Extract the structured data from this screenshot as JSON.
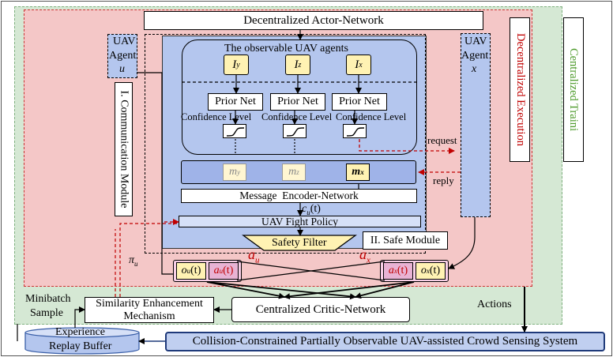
{
  "labels": {
    "actor_network": "Decentralized Actor-Network",
    "decentralized_execution": "Decentralized Execution",
    "centralized_training": "Centralized Traini",
    "observable_agents": "The observable UAV agents",
    "obs_y": "I",
    "obs_y_sub": "y",
    "obs_z": "I",
    "obs_z_sub": "z",
    "obs_x": "I",
    "obs_x_sub": "x",
    "prior_net_1": "Prior Net",
    "prior_net_2": "Prior Net",
    "prior_net_3": "Prior Net",
    "confidence_1": "Confidence Level",
    "confidence_2": "Confidence Level",
    "confidence_3": "Confidence Level",
    "uav_agent_u_line1": "UAV",
    "uav_agent_u_line2": "Agent",
    "uav_agent_u_line3": "u",
    "uav_agent_x_line1": "UAV",
    "uav_agent_x_line2": "Agent",
    "uav_agent_x_line3": "x",
    "communication_module": "I. Communication Module",
    "msg_y": "m",
    "msg_y_sup": "y",
    "msg_z": "m",
    "msg_z_sup": "z",
    "msg_x": "m",
    "msg_x_sup": "x",
    "request": "request",
    "reply": "reply",
    "encoder": "Message  Encoder-Network",
    "cu_t": "c",
    "cu_t_sub": "u",
    "cu_t_arg": "(t)",
    "flight_policy": "UAV Fight Policy",
    "safety_filter": "Safety Filter",
    "safe_module": "II. Safe Module",
    "au_tilde": "a",
    "au_tilde_sub": "u",
    "ax_tilde": "a",
    "ax_tilde_sub": "x",
    "pi_u": "π",
    "pi_u_sub": "u",
    "ou_t": "o",
    "ou_t_sub": "u",
    "ou_t_arg": "(t)",
    "au_t": "a",
    "au_t_sub": "u",
    "au_t_arg": "(t)",
    "ax_t": "a",
    "ax_t_sub": "x",
    "ax_t_arg": "(t)",
    "ox_t": "o",
    "ox_t_sub": "x",
    "ox_t_arg": "(t)",
    "similarity_line1": "Similarity Enhancement",
    "similarity_line2": "Mechanism",
    "critic": "Centralized Critic-Network",
    "minibatch_line1": "Minibatch",
    "minibatch_line2": "Sample",
    "actions": "Actions",
    "replay_line1": "Experience",
    "replay_line2": "Replay Buffer",
    "system": "Collision-Constrained Partially Observable UAV-assisted Crowd Sensing System"
  },
  "colors": {
    "training_bg": "#d5e8d4",
    "execution_bg": "#f4c7c7",
    "actor_bg": "#b4c6ee",
    "yellow": "#fff2b3",
    "red_label": "#c00000",
    "red_dashed": "#c00000",
    "action_pink": "#e8b3d4",
    "system_bg": "#c0cff0"
  }
}
